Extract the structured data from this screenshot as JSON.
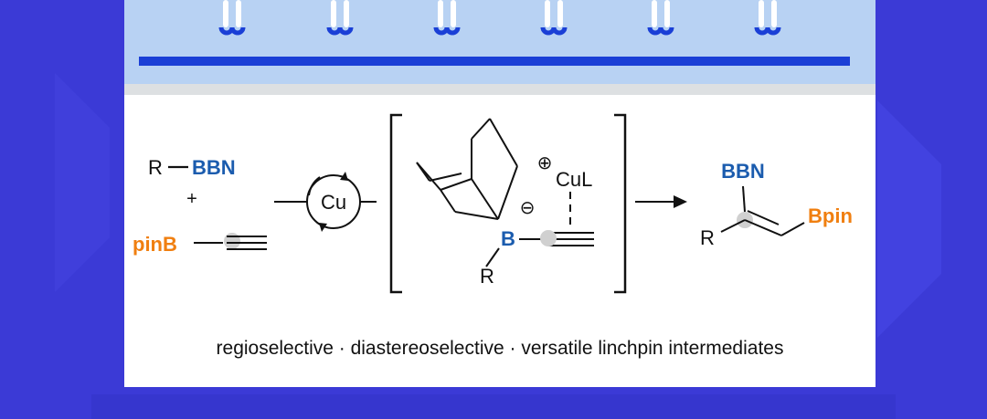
{
  "reactant1": {
    "r": "R",
    "bbn": "BBN"
  },
  "plus": "+",
  "reactant2": {
    "pinb": "pinB"
  },
  "catalyst": "Cu",
  "intermediate": {
    "boron": "B",
    "r": "R",
    "charge_minus": "⊖",
    "charge_plus": "⊕",
    "cul": "CuL"
  },
  "product": {
    "bbn": "BBN",
    "bpin": "Bpin",
    "r": "R"
  },
  "caption": "regioselective · diastereoselective · versatile linchpin intermediates",
  "colors": {
    "bbn_blue": "#1b5cae",
    "bpin_orange": "#f07f10",
    "background": "#3b3ad6",
    "header_blue": "#b8d2f3",
    "header_bar": "#1a3fd6"
  }
}
